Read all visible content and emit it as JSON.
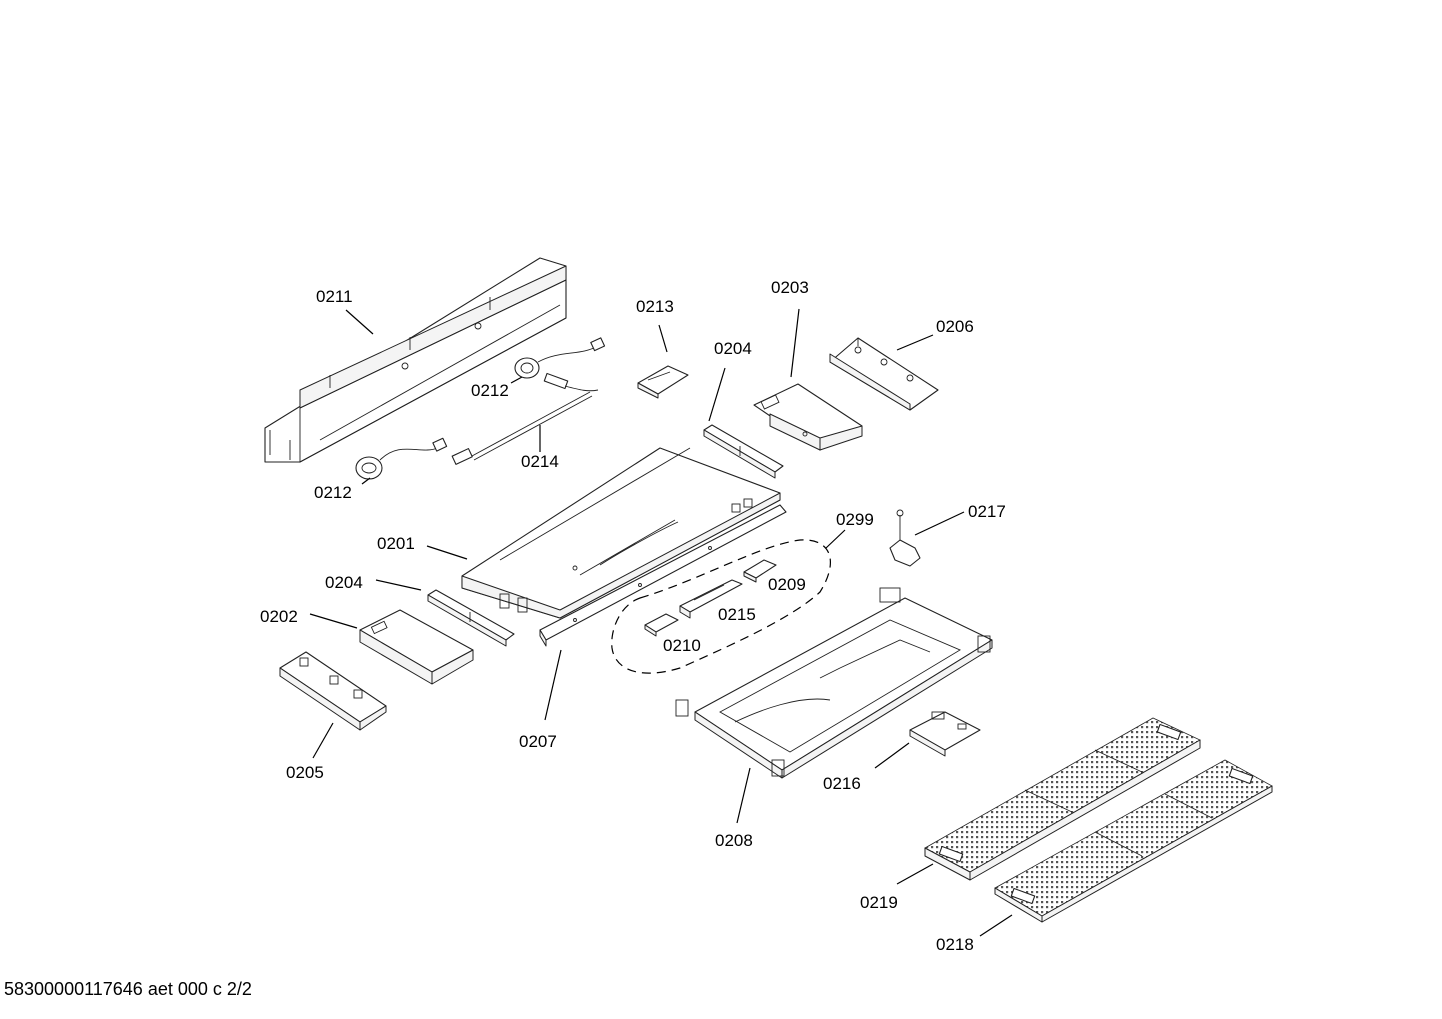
{
  "callouts": [
    {
      "id": "0211",
      "label": "0211"
    },
    {
      "id": "0213",
      "label": "0213"
    },
    {
      "id": "0203",
      "label": "0203"
    },
    {
      "id": "0206",
      "label": "0206"
    },
    {
      "id": "0204a",
      "label": "0204"
    },
    {
      "id": "0212a",
      "label": "0212"
    },
    {
      "id": "0214",
      "label": "0214"
    },
    {
      "id": "0212b",
      "label": "0212"
    },
    {
      "id": "0299",
      "label": "0299"
    },
    {
      "id": "0217",
      "label": "0217"
    },
    {
      "id": "0201",
      "label": "0201"
    },
    {
      "id": "0204b",
      "label": "0204"
    },
    {
      "id": "0209",
      "label": "0209"
    },
    {
      "id": "0202",
      "label": "0202"
    },
    {
      "id": "0215",
      "label": "0215"
    },
    {
      "id": "0210",
      "label": "0210"
    },
    {
      "id": "0207",
      "label": "0207"
    },
    {
      "id": "0205",
      "label": "0205"
    },
    {
      "id": "0216",
      "label": "0216"
    },
    {
      "id": "0208",
      "label": "0208"
    },
    {
      "id": "0219",
      "label": "0219"
    },
    {
      "id": "0218",
      "label": "0218"
    }
  ],
  "footer": {
    "text": "58300000117646 aet 000 c 2/2"
  }
}
